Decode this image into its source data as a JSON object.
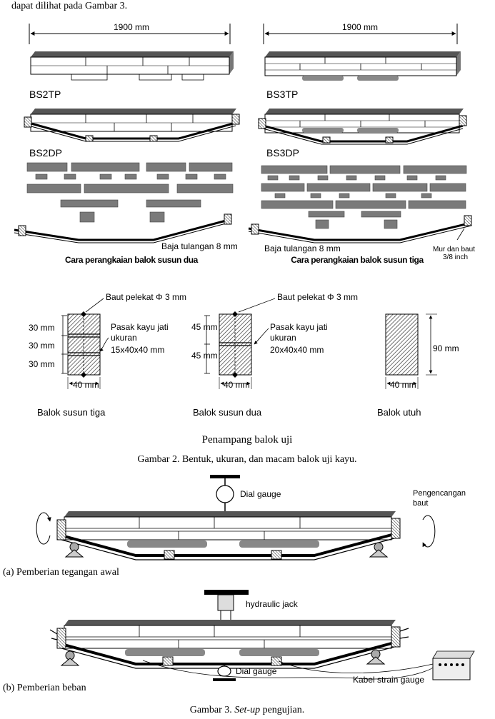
{
  "intro_text": "dapat dilihat pada Gambar 3.",
  "fig2": {
    "dim_left": "1900 mm",
    "dim_right": "1900 mm",
    "labels": {
      "bs2tp": "BS2TP",
      "bs3tp": "BS3TP",
      "bs2dp": "BS2DP",
      "bs3dp": "BS3DP"
    },
    "rebar_left": "Baja tulangan 8 mm",
    "rebar_right": "Baja tulangan 8 mm",
    "nut_line1": "Mur dan baut",
    "nut_line2": "3/8 inch",
    "caption_assembly_two": "Cara perangkaian balok susun dua",
    "caption_assembly_three": "Cara perangkaian balok susun tiga",
    "section": {
      "bolt_left": "Baut pelekat  Φ 3 mm",
      "bolt_mid": "Baut pelekat  Φ 3 mm",
      "dowel_left": [
        "Pasak kayu jati",
        "ukuran",
        "15x40x40 mm"
      ],
      "dowel_mid": [
        "Pasak kayu jati",
        "ukuran",
        "20x40x40 mm"
      ],
      "h30a": "30 mm",
      "h30b": "30 mm",
      "h30c": "30 mm",
      "h45a": "45 mm",
      "h45b": "45 mm",
      "h90": "90 mm",
      "w_left": "40 mm",
      "w_mid": "40 mm",
      "w_right": "40 mm",
      "name_left": "Balok susun tiga",
      "name_mid": "Balok susun dua",
      "name_right": "Balok utuh"
    },
    "section_title": "Penampang balok uji",
    "caption": "Gambar 2. Bentuk, ukuran, dan macam balok uji kayu."
  },
  "fig3": {
    "dial_gauge_top": "Dial gauge",
    "tension_line1": "Pengencangan",
    "tension_line2": "baut",
    "sub_a": "(a)  Pemberian tegangan awal",
    "hydraulic_jack": "hydraulic jack",
    "dial_gauge_bottom": "Dial gauge",
    "strain_cable": "Kabel strain gauge",
    "sub_b": "(b)  Pemberian beban",
    "caption_prefix": "Gambar 3. ",
    "caption_italic": "Set-up",
    "caption_suffix": " pengujian."
  }
}
